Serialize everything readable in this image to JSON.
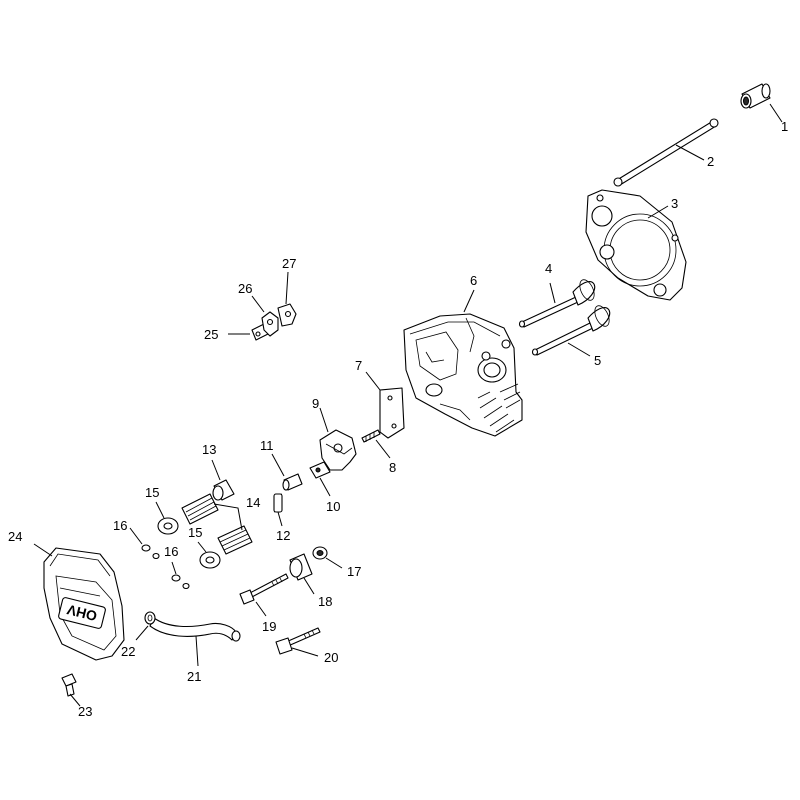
{
  "callouts": {
    "c1": "1",
    "c2": "2",
    "c3": "3",
    "c4": "4",
    "c5": "5",
    "c6": "6",
    "c7": "7",
    "c8": "8",
    "c9": "9",
    "c10": "10",
    "c11": "11",
    "c12": "12",
    "c13": "13",
    "c14": "14",
    "c15a": "15",
    "c15b": "15",
    "c16a": "16",
    "c16b": "16",
    "c17": "17",
    "c18": "18",
    "c19": "19",
    "c20": "20",
    "c21": "21",
    "c22": "22",
    "c23": "23",
    "c24": "24",
    "c25": "25",
    "c26": "26",
    "c27": "27"
  },
  "cover_logo": "OHV"
}
